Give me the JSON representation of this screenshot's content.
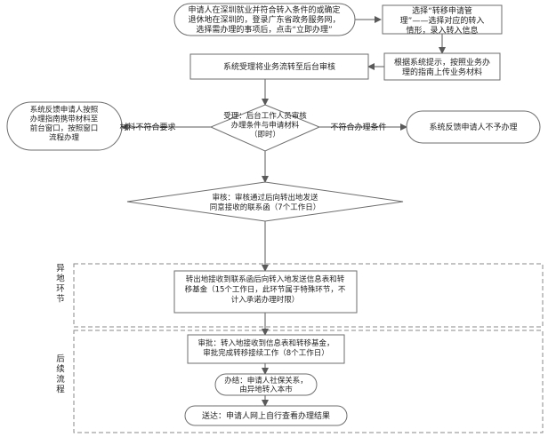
{
  "nodes": {
    "start": [
      "申请人在深圳就业并符合转入条件的或确定",
      "退休地在深圳的，登录广东省政务服务网，",
      "选择需办理的事项后，点击“立即办理”"
    ],
    "select": [
      "选择“转移申请管",
      "理”——选择对应的转入",
      "情形，录入转入信息"
    ],
    "upload": [
      "根据系统提示，按照业务办",
      "理的指南上传业务材料"
    ],
    "accept_flow": [
      "系统受理将业务流转至后台审核"
    ],
    "review": [
      "受理：后台工作人员审核",
      "办理条件与申请材料",
      "（即时）"
    ],
    "left_note": [
      "系统反馈申请人按照",
      "办理指南携带材料至",
      "前台窗口，按照窗口",
      "流程办理"
    ],
    "right_note": [
      "系统反馈申请人不予办理"
    ],
    "audit": [
      "审核：审核通过后向转出地发送",
      "同意接收的联系函（7个工作日）"
    ],
    "transfer_out": [
      "转出地接收到联系函后向转入地发送信息表和转",
      "移基金（15个工作日，此环节属于特殊环节，不",
      "计入承诺办理时限）"
    ],
    "approve": [
      "审批：转入地接收到信息表和转移基金，",
      "审批完成转移接续工作（8个工作日）"
    ],
    "finish": [
      "办结：申请人社保关系，",
      "由异地转入本市"
    ],
    "deliver": [
      "送达：申请人网上自行查看办理结果"
    ]
  },
  "edge_labels": {
    "not_meet_materials": "材料不符合要求",
    "not_meet_conditions": "不符合办理条件"
  },
  "sections": {
    "offsite": [
      "异",
      "地",
      "环",
      "节"
    ],
    "followup": [
      "后",
      "续",
      "流",
      "程"
    ]
  }
}
